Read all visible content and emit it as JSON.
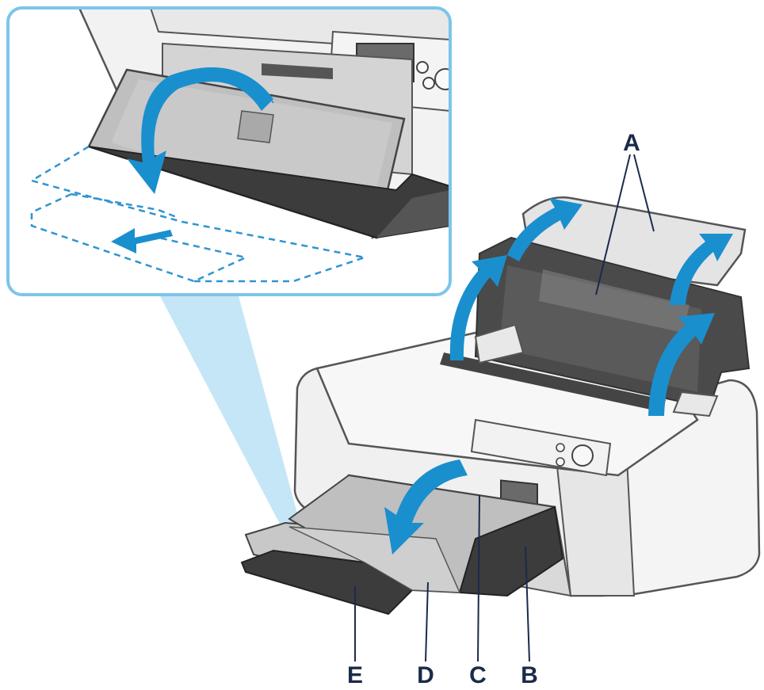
{
  "labels": {
    "a": "A",
    "b": "B",
    "c": "C",
    "d": "D",
    "e": "E"
  },
  "colors": {
    "arrow_blue": "#1a8fce",
    "inset_border": "#7ec4ea",
    "dashed_outline": "#2f95d0",
    "printer_body": "#f2f2f2",
    "printer_outline": "#4a4a4a",
    "tray_gray": "#c8c8c8",
    "dark_gray": "#3c3c3c",
    "label_color": "#1a2b4a"
  },
  "icons": [
    "curved-arrow-icon",
    "straight-arrow-icon"
  ]
}
